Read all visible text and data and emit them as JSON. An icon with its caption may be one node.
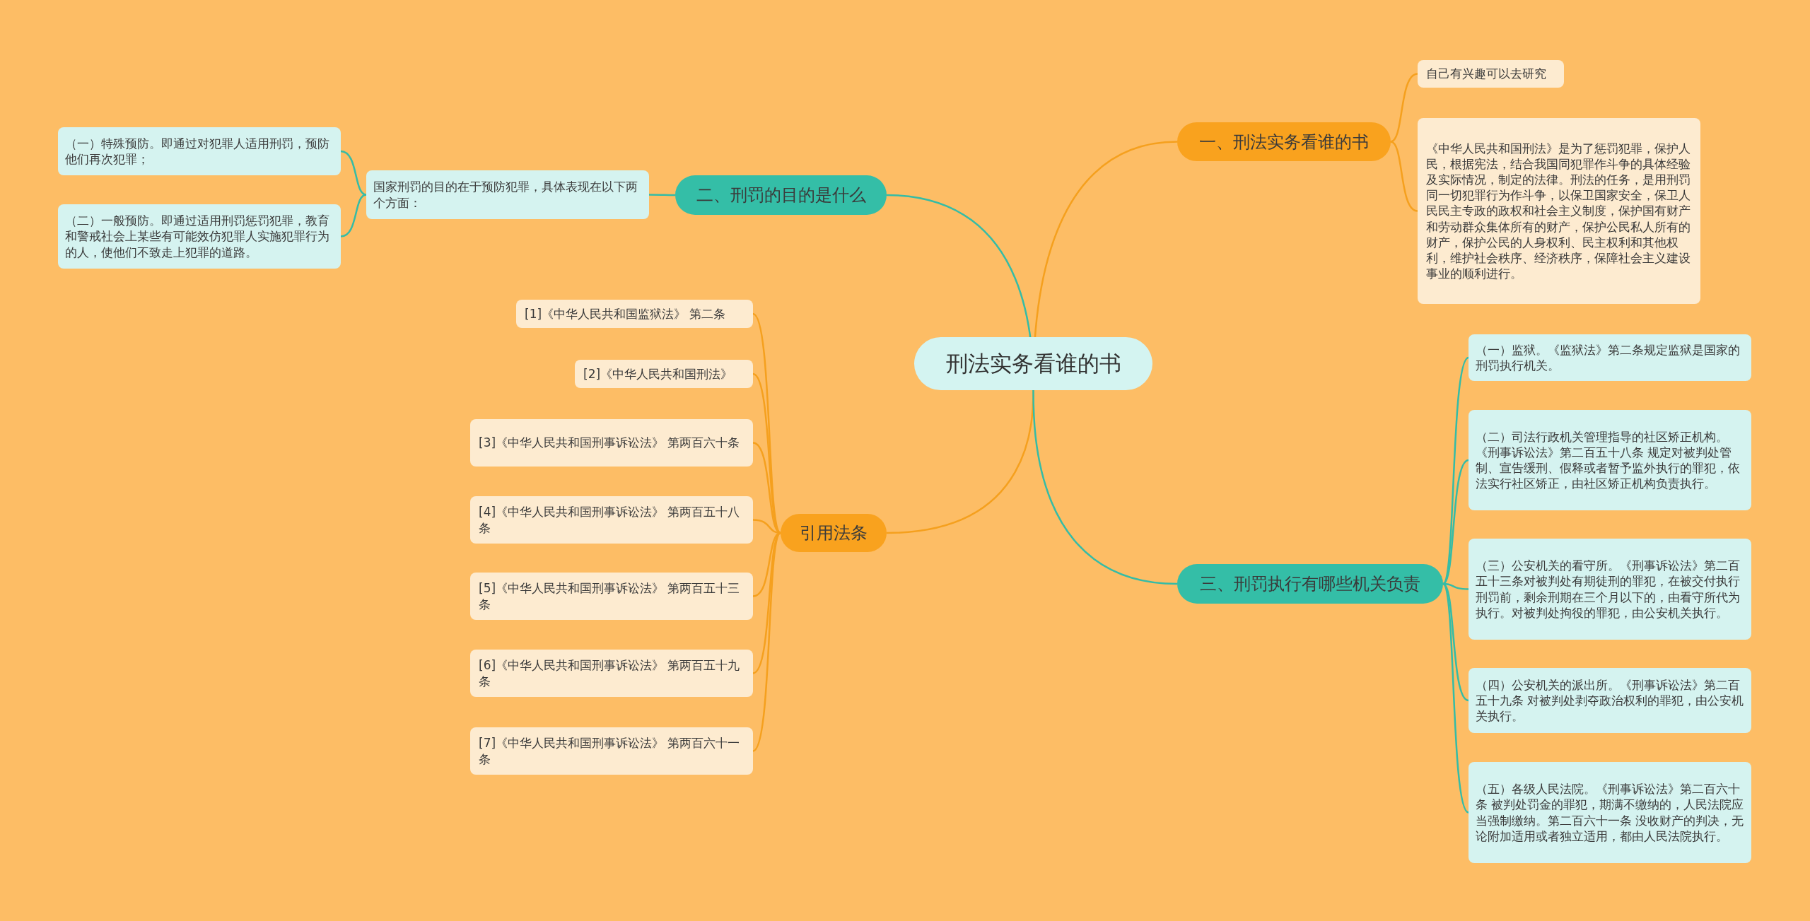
{
  "diagram": {
    "nodes": [
      {
        "text": [
          "刑法实务看谁的书"
        ]
      },
      {
        "text": [
          "一、刑法实务看谁的书"
        ]
      },
      {
        "text": [
          "自己有兴趣可以去研究"
        ]
      },
      {
        "text": [
          "《中华人民共和国刑法》是为了惩罚犯罪，保护人民，根据宪法，结合我国同犯罪作斗争的具体经验及实际情况，制定的法律。刑法的任务，是用刑罚同一切犯罪行为作斗争，以保卫国家安全，保卫人民民主专政的政权和社会主义制度，保护国有财产和劳动群众集体所有的财产，保护公民私人所有的财产，保护公民的人身权利、民主权利和其他权利，维护社会秩序、经济秩序，保障社会主义建设事业的顺利进行。"
        ]
      },
      {
        "text": [
          "二、刑罚的目的是什么"
        ]
      },
      {
        "text": [
          "国家刑罚的目的在于预防犯罪，具体表现在以下两个方面："
        ]
      },
      {
        "text": [
          "（一）特殊预防。即通过对犯罪人适用刑罚，预防他们再次犯罪；"
        ]
      },
      {
        "text": [
          "（二）一般预防。即通过适用刑罚惩罚犯罪，教育和警戒社会上某些有可能效仿犯罪人实施犯罪行为的人，使他们不致走上犯罪的道路。"
        ]
      },
      {
        "text": [
          "引用法条"
        ]
      },
      {
        "text": [
          "[1]《中华人民共和国监狱法》 第二条"
        ]
      },
      {
        "text": [
          "[2]《中华人民共和国刑法》"
        ]
      },
      {
        "text": [
          "[3]《中华人民共和国刑事诉讼法》 第两百六十条"
        ]
      },
      {
        "text": [
          "[4]《中华人民共和国刑事诉讼法》 第两百五十八条"
        ]
      },
      {
        "text": [
          "[5]《中华人民共和国刑事诉讼法》 第两百五十三条"
        ]
      },
      {
        "text": [
          "[6]《中华人民共和国刑事诉讼法》 第两百五十九条"
        ]
      },
      {
        "text": [
          "[7]《中华人民共和国刑事诉讼法》 第两百六十一条"
        ]
      },
      {
        "text": [
          "三、刑罚执行有哪些机关负责"
        ]
      },
      {
        "text": [
          "（一）监狱。《监狱法》第二条规定监狱是国家的刑罚执行机关。"
        ]
      },
      {
        "text": [
          "（二）司法行政机关管理指导的社区矫正机构。《刑事诉讼法》第二百五十八条 规定对被判处管制、宣告缓刑、假释或者暂予监外执行的罪犯，依法实行社区矫正，由社区矫正机构负责执行。"
        ]
      },
      {
        "text": [
          "（三）公安机关的看守所。《刑事诉讼法》第二百五十三条对被判处有期徒刑的罪犯，在被交付执行刑罚前，剩余刑期在三个月以下的，由看守所代为执行。对被判处拘役的罪犯，由公安机关执行。"
        ]
      },
      {
        "text": [
          "（四）公安机关的派出所。《刑事诉讼法》第二百五十九条 对被判处剥夺政治权利的罪犯，由公安机关执行。"
        ]
      },
      {
        "text": [
          "（五）各级人民法院。《刑事诉讼法》第二百六十条 被判处罚金的罪犯，期满不缴纳的，人民法院应当强制缴纳。第二百六十一条 没收财产的判决，无论附加适用或者独立适用，都由人民法院执行。"
        ]
      }
    ],
    "edges": [
      {
        "from": 0,
        "to": 1,
        "arrow": "none"
      },
      {
        "from": 1,
        "to": 2,
        "arrow": "none"
      },
      {
        "from": 1,
        "to": 3,
        "arrow": "none"
      },
      {
        "from": 0,
        "to": 4,
        "arrow": "none",
        "color": "#35bca6"
      },
      {
        "from": 4,
        "to": 5,
        "arrow": "none",
        "color": "#35bca6"
      },
      {
        "from": 5,
        "to": 6,
        "arrow": "none",
        "color": "#35bca6"
      },
      {
        "from": 5,
        "to": 7,
        "arrow": "none",
        "color": "#35bca6"
      },
      {
        "from": 0,
        "to": 8,
        "arrow": "none"
      },
      {
        "from": 8,
        "to": 9,
        "arrow": "none"
      },
      {
        "from": 8,
        "to": 10,
        "arrow": "none"
      },
      {
        "from": 8,
        "to": 11,
        "arrow": "none"
      },
      {
        "from": 8,
        "to": 12,
        "arrow": "none"
      },
      {
        "from": 8,
        "to": 13,
        "arrow": "none"
      },
      {
        "from": 8,
        "to": 14,
        "arrow": "none"
      },
      {
        "from": 8,
        "to": 15,
        "arrow": "none"
      },
      {
        "from": 0,
        "to": 16,
        "arrow": "none",
        "color": "#35bca6"
      },
      {
        "from": 16,
        "to": 17,
        "arrow": "none",
        "color": "#35bca6"
      },
      {
        "from": 16,
        "to": 18,
        "arrow": "none",
        "color": "#35bca6"
      },
      {
        "from": 16,
        "to": 19,
        "arrow": "none",
        "color": "#35bca6"
      },
      {
        "from": 16,
        "to": 20,
        "arrow": "none",
        "color": "#35bca6"
      },
      {
        "from": 16,
        "to": 21,
        "arrow": "none",
        "color": "#35bca6"
      }
    ]
  }
}
